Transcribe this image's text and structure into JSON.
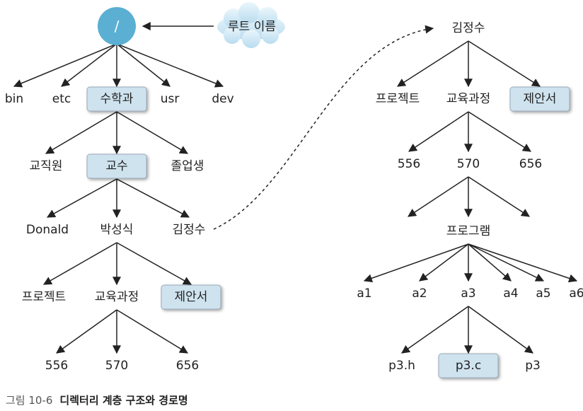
{
  "colors": {
    "root_fill": "#5aafd3",
    "box_fill": "#cfe3ef",
    "cloud_fill": "#d7ecf7",
    "line": "#222222"
  },
  "root_label": "/",
  "cloud_label": "루트 이름",
  "nodes": {
    "bin": "bin",
    "etc": "etc",
    "math": "수학과",
    "usr": "usr",
    "dev": "dev",
    "staff": "교직원",
    "prof": "교수",
    "grad": "졸업생",
    "donald": "Donald",
    "park": "박성식",
    "kim": "김정수",
    "proj": "프로젝트",
    "curr": "교육과정",
    "prop": "제안서",
    "c556": "556",
    "c570": "570",
    "c656": "656",
    "rkim": "김정수",
    "rproj": "프로젝트",
    "rcurr": "교육과정",
    "rprop": "제안서",
    "r556": "556",
    "r570": "570",
    "r656": "656",
    "prog": "프로그램",
    "a1": "a1",
    "a2": "a2",
    "a3": "a3",
    "a4": "a4",
    "a5": "a5",
    "a6": "a6",
    "p3h": "p3.h",
    "p3c": "p3.c",
    "p3": "p3"
  },
  "caption": {
    "number": "그림 10-6",
    "title": "디렉터리 계층 구조와 경로명"
  }
}
